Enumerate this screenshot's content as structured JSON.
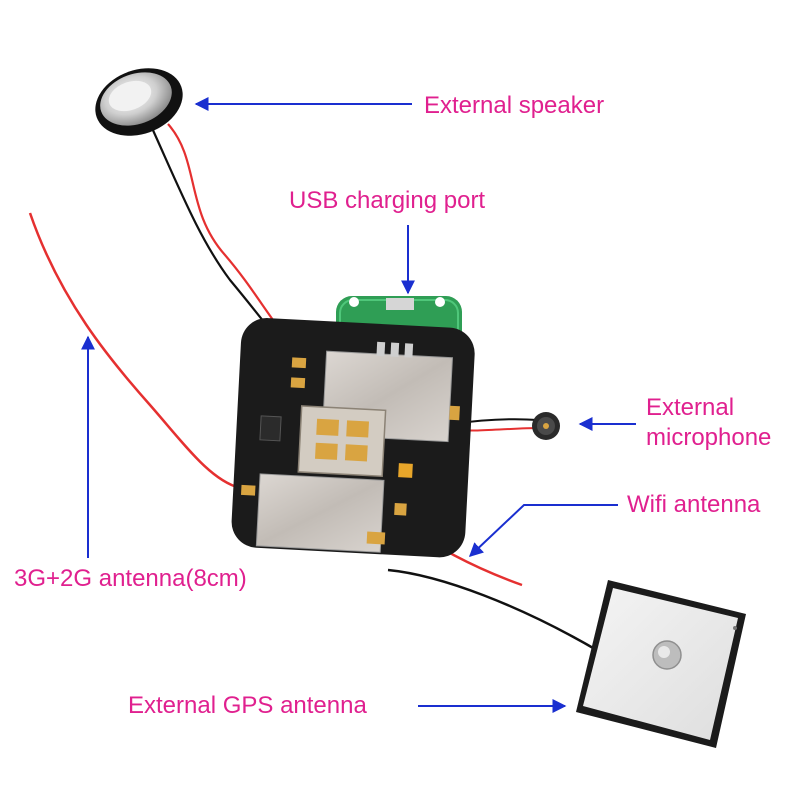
{
  "labels": {
    "speaker": "External speaker",
    "usb": "USB charging port",
    "mic_line1": "External",
    "mic_line2": "microphone",
    "wifi": "Wifi antenna",
    "antenna_3g": "3G+2G antenna(8cm)",
    "gps": "External GPS antenna"
  },
  "colors": {
    "label": "#e0208f",
    "arrow": "#1a2fd0",
    "wire_red": "#e53030",
    "wire_black": "#111111",
    "pcb": "#1b1b1b",
    "gold": "#d9a441",
    "shield": "#c9c3bd",
    "usb_board": "#2f9e55"
  }
}
